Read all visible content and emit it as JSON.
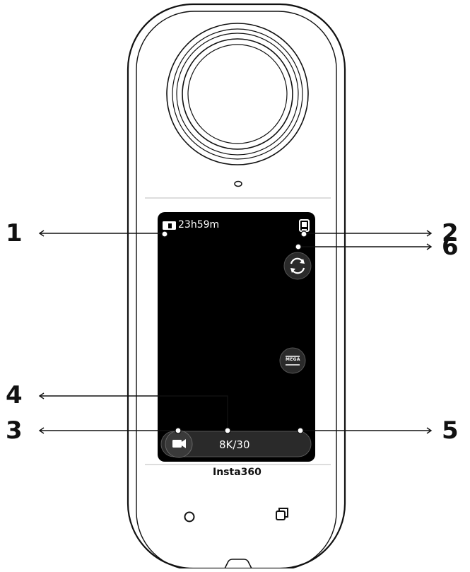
{
  "screen": {
    "storage_remaining": "23h59m",
    "resolution": "8K/30",
    "mega_label": "MEGA"
  },
  "brand": "Insta360",
  "callouts": [
    "1",
    "2",
    "3",
    "4",
    "5",
    "6"
  ],
  "icons": {
    "sd_card": "sd-card-icon",
    "battery": "battery-icon",
    "video_mode": "video-camera-icon",
    "lens_switch": "lens-switch-icon",
    "mega": "mega-icon",
    "shutter": "shutter-button-icon",
    "mode_button": "mode-button-icon"
  }
}
